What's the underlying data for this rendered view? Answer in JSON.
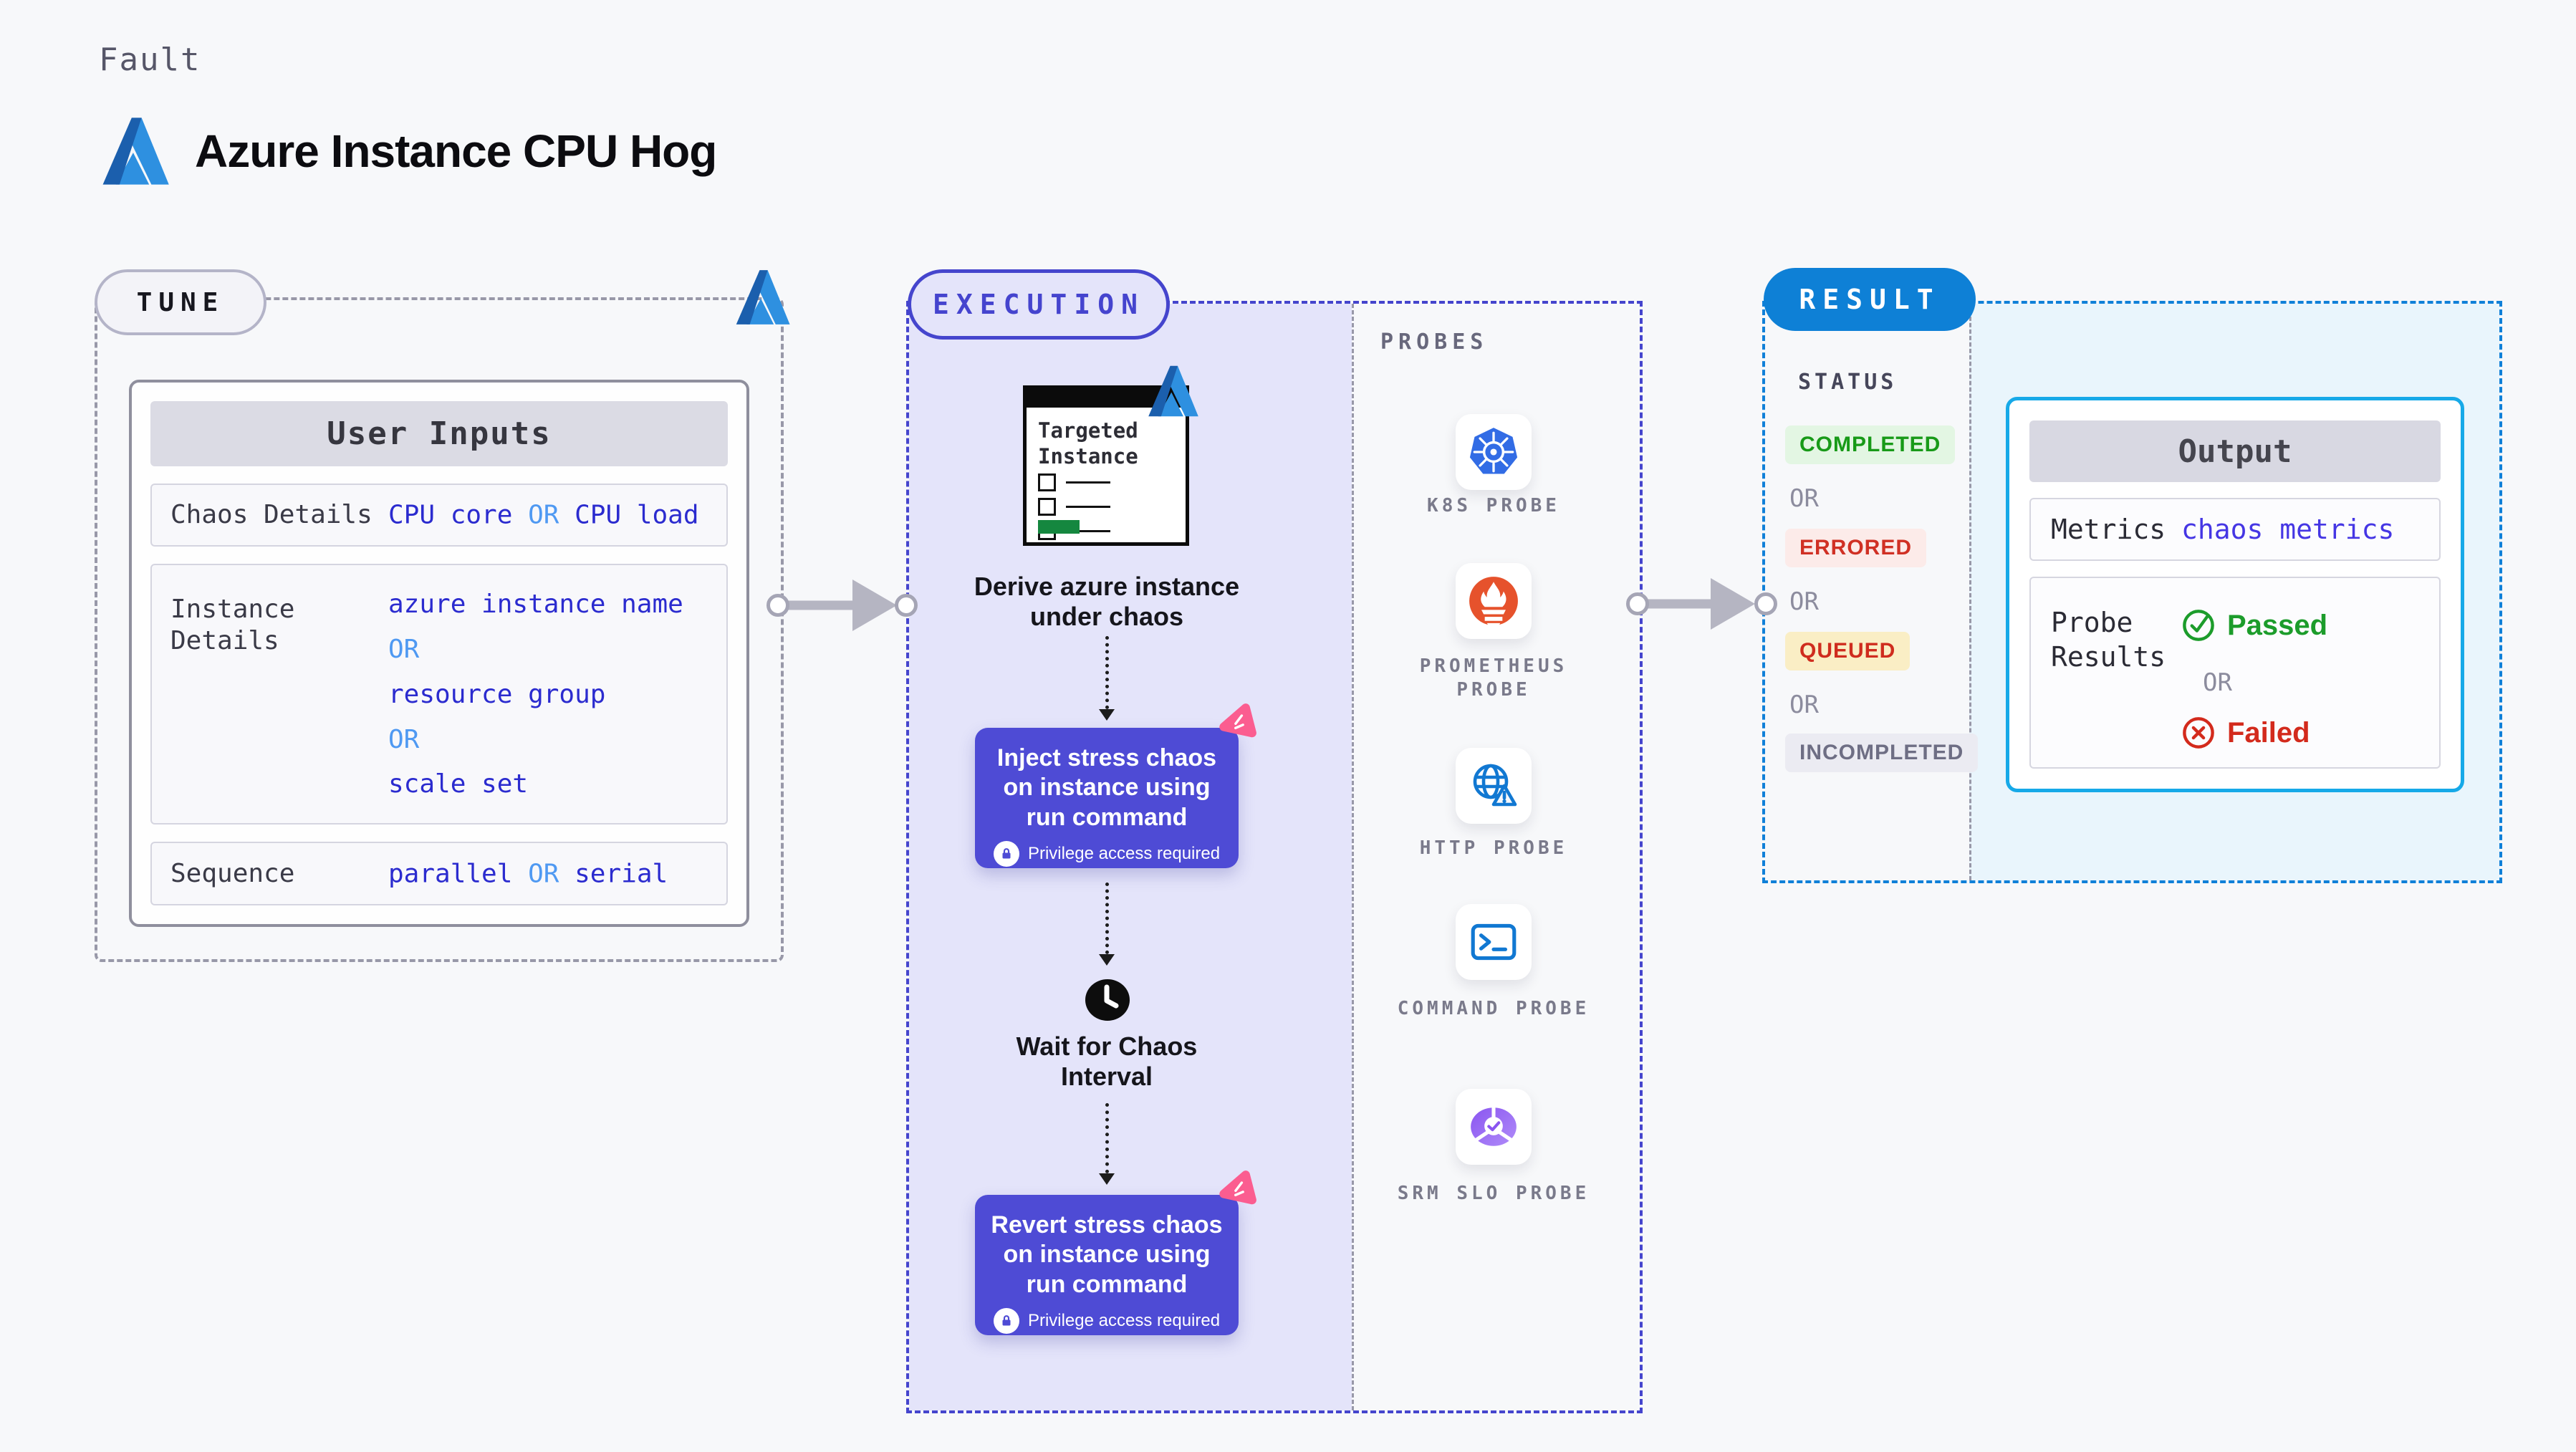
{
  "header": {
    "kicker": "Fault",
    "title": "Azure Instance CPU Hog",
    "logo_icon": "azure-icon"
  },
  "colors": {
    "indigo_accent": "#4545cd",
    "indigo_box": "#4e4bd5",
    "lavender_fill": "#e4e4fa",
    "result_blue": "#0e80d6",
    "lightblue_fill": "#e9f5fc",
    "output_border": "#16a9e8",
    "value_blue": "#2b2bcf",
    "or_blue": "#4f99f2",
    "pink_chaos": "#fb5d90",
    "green": "#1c9c2b",
    "red": "#d32a1c",
    "kubernetes_blue": "#326ce5",
    "prometheus_orange": "#e6522c",
    "http_blue": "#1178d2",
    "azure_dark": "#1b5fad",
    "azure_light": "#2e90e0"
  },
  "tune": {
    "badge": "TUNE",
    "card_title": "User Inputs",
    "rows": [
      {
        "label": "Chaos Details",
        "values": [
          "CPU core",
          "OR",
          "CPU load"
        ]
      },
      {
        "label": "Instance Details",
        "values": [
          "azure instance name",
          "OR",
          "resource group",
          "OR",
          "scale set"
        ]
      },
      {
        "label": "Sequence",
        "values": [
          "parallel",
          "OR",
          "serial"
        ]
      }
    ]
  },
  "execution": {
    "badge": "EXECUTION",
    "window": {
      "title_line1": "Targeted",
      "title_line2": "Instance"
    },
    "step_derive": "Derive azure instance under chaos",
    "inject": {
      "text": "Inject stress chaos on instance using run command",
      "privilege": "Privilege access required"
    },
    "wait": "Wait for Chaos Interval",
    "revert": {
      "text": "Revert stress chaos on instance using run command",
      "privilege": "Privilege access required"
    }
  },
  "probes": {
    "title": "PROBES",
    "items": [
      {
        "icon": "kubernetes-icon",
        "label": "K8S PROBE"
      },
      {
        "icon": "prometheus-icon",
        "label": "PROMETHEUS PROBE"
      },
      {
        "icon": "http-globe-warning-icon",
        "label": "HTTP PROBE"
      },
      {
        "icon": "command-terminal-icon",
        "label": "COMMAND PROBE"
      },
      {
        "icon": "srm-slo-donut-icon",
        "label": "SRM SLO PROBE"
      }
    ]
  },
  "result": {
    "badge": "RESULT",
    "status_title": "STATUS",
    "statuses": [
      {
        "label": "COMPLETED",
        "kind": "completed"
      },
      {
        "label": "OR",
        "kind": "or"
      },
      {
        "label": "ERRORED",
        "kind": "errored"
      },
      {
        "label": "OR",
        "kind": "or"
      },
      {
        "label": "QUEUED",
        "kind": "queued"
      },
      {
        "label": "OR",
        "kind": "or"
      },
      {
        "label": "INCOMPLETED",
        "kind": "incompleted"
      }
    ],
    "output": {
      "title": "Output",
      "metrics_label": "Metrics",
      "metrics_value": "chaos metrics",
      "probe_results_label": "Probe Results",
      "passed": "Passed",
      "or": "OR",
      "failed": "Failed"
    }
  }
}
